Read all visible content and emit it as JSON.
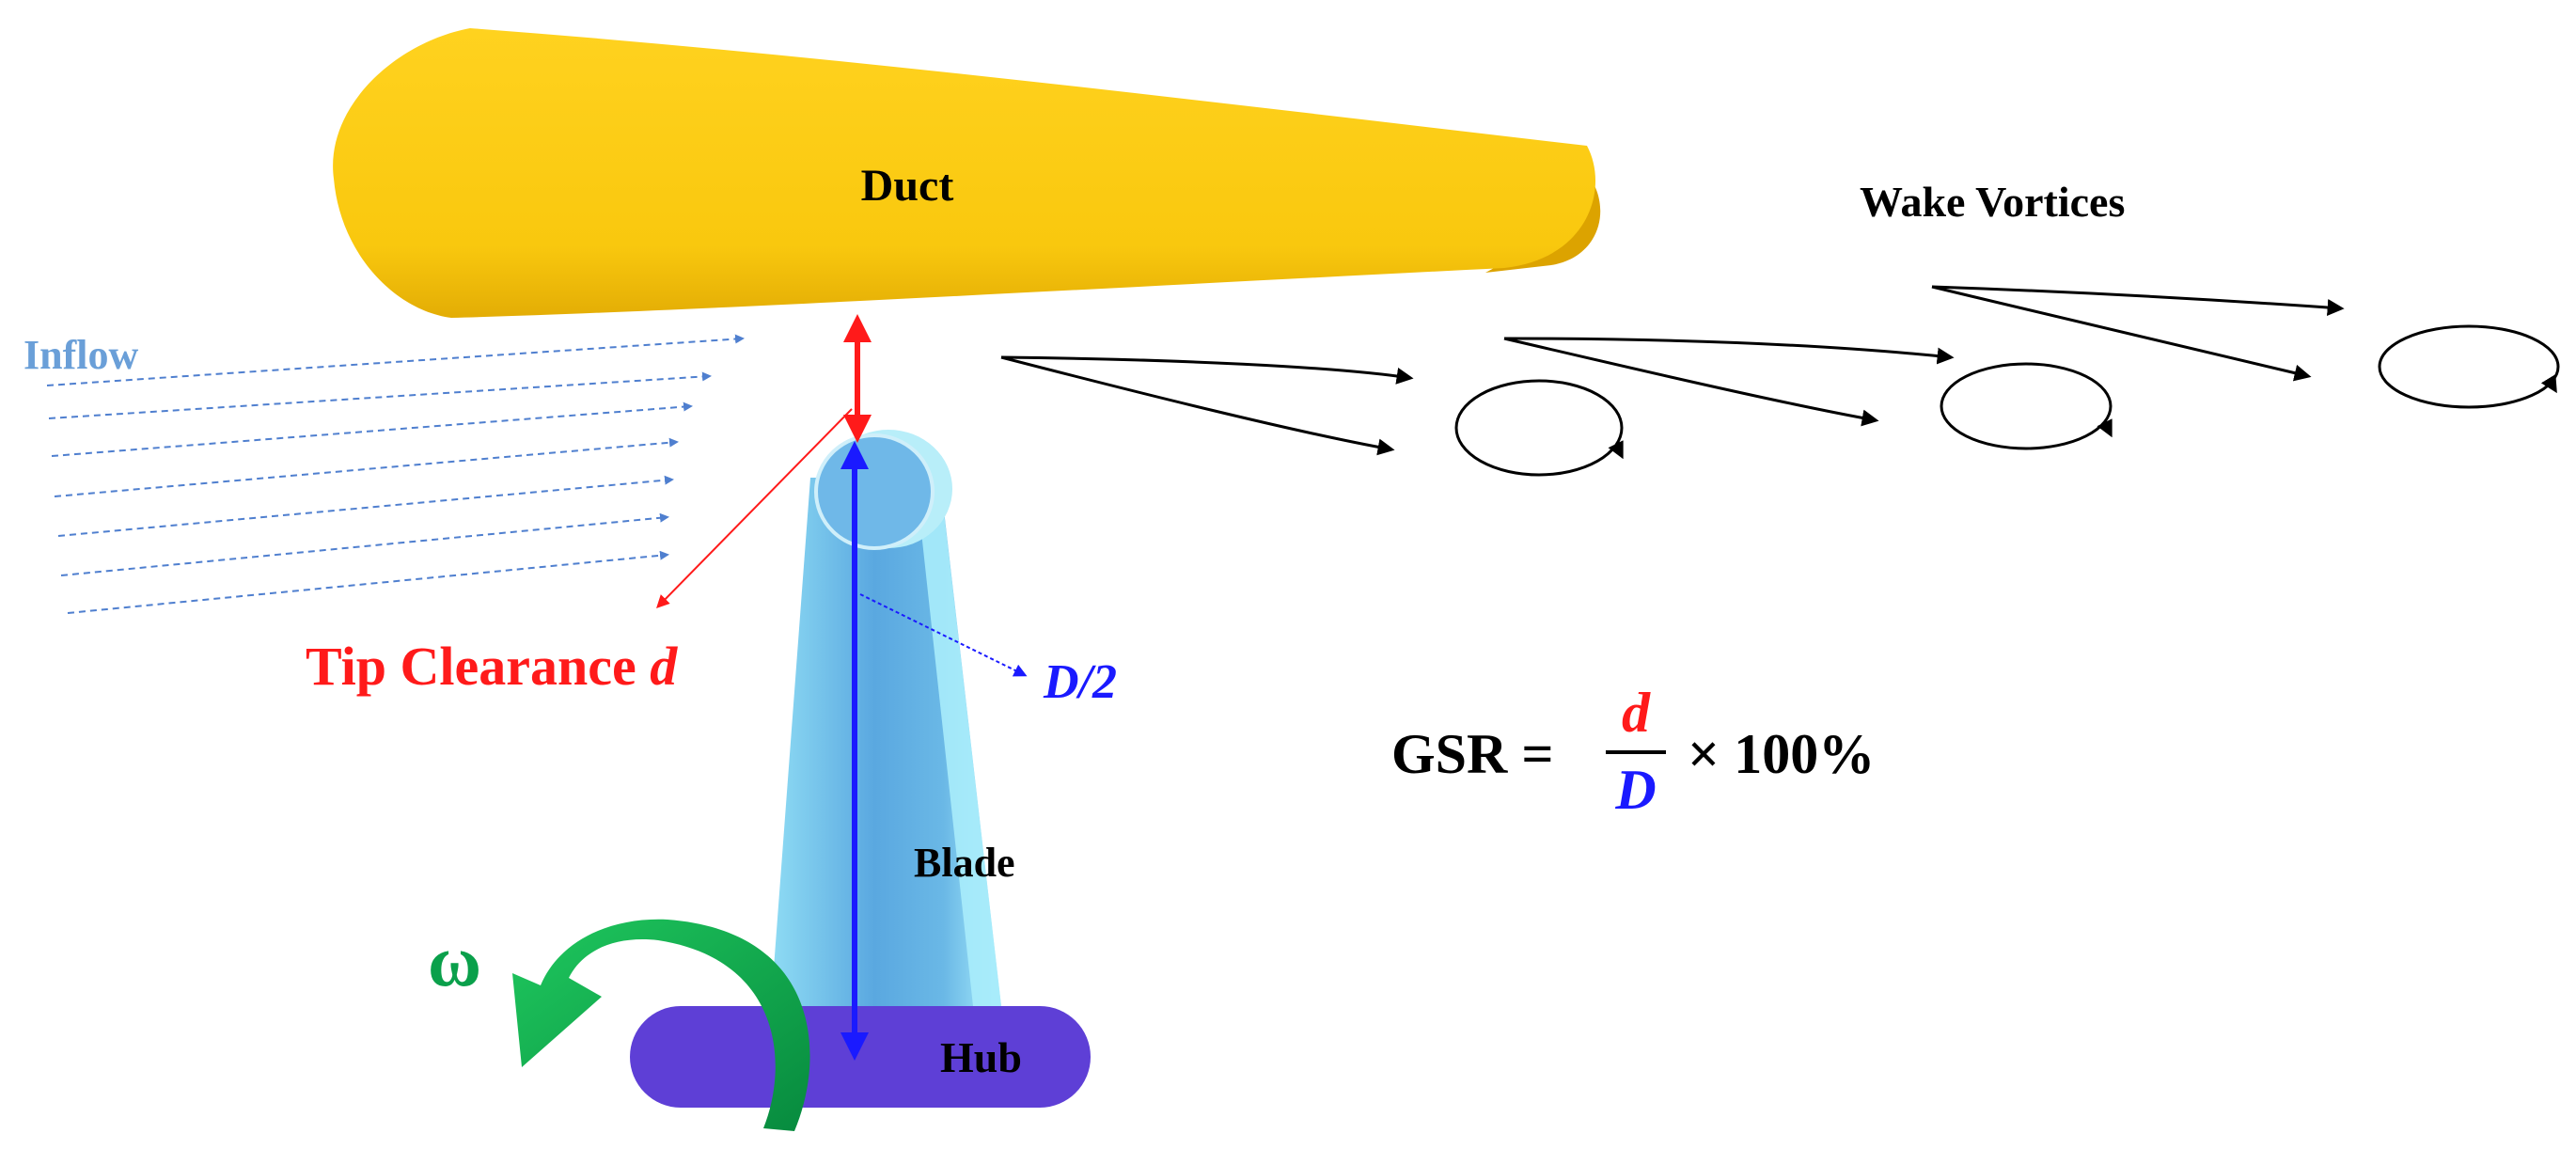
{
  "labels": {
    "duct": "Duct",
    "wake_vortices": "Wake Vortices",
    "inflow": "Inflow",
    "tip_clearance": "Tip Clearance ",
    "tip_clearance_symbol": "d",
    "half_diameter": "D/2",
    "blade": "Blade",
    "hub": "Hub",
    "omega": "ω"
  },
  "formula": {
    "lhs": "GSR =",
    "numerator": "d",
    "denominator": "D",
    "rhs": "× 100%"
  },
  "colors": {
    "duct_fill": "#f9c80e",
    "duct_shade": "#e0a800",
    "blade_fill": "#6fc8ea",
    "blade_edge": "#a8ecfb",
    "hub_fill": "#5e3fd6",
    "inflow": "#4f7fcf",
    "inflow_label": "#6a9fd8",
    "tip_clearance": "#ff1a1a",
    "diameter": "#1a1aff",
    "omega": "#0aa04b",
    "text": "#000000"
  },
  "icons": {
    "rotation": "curved-arrow-icon"
  }
}
